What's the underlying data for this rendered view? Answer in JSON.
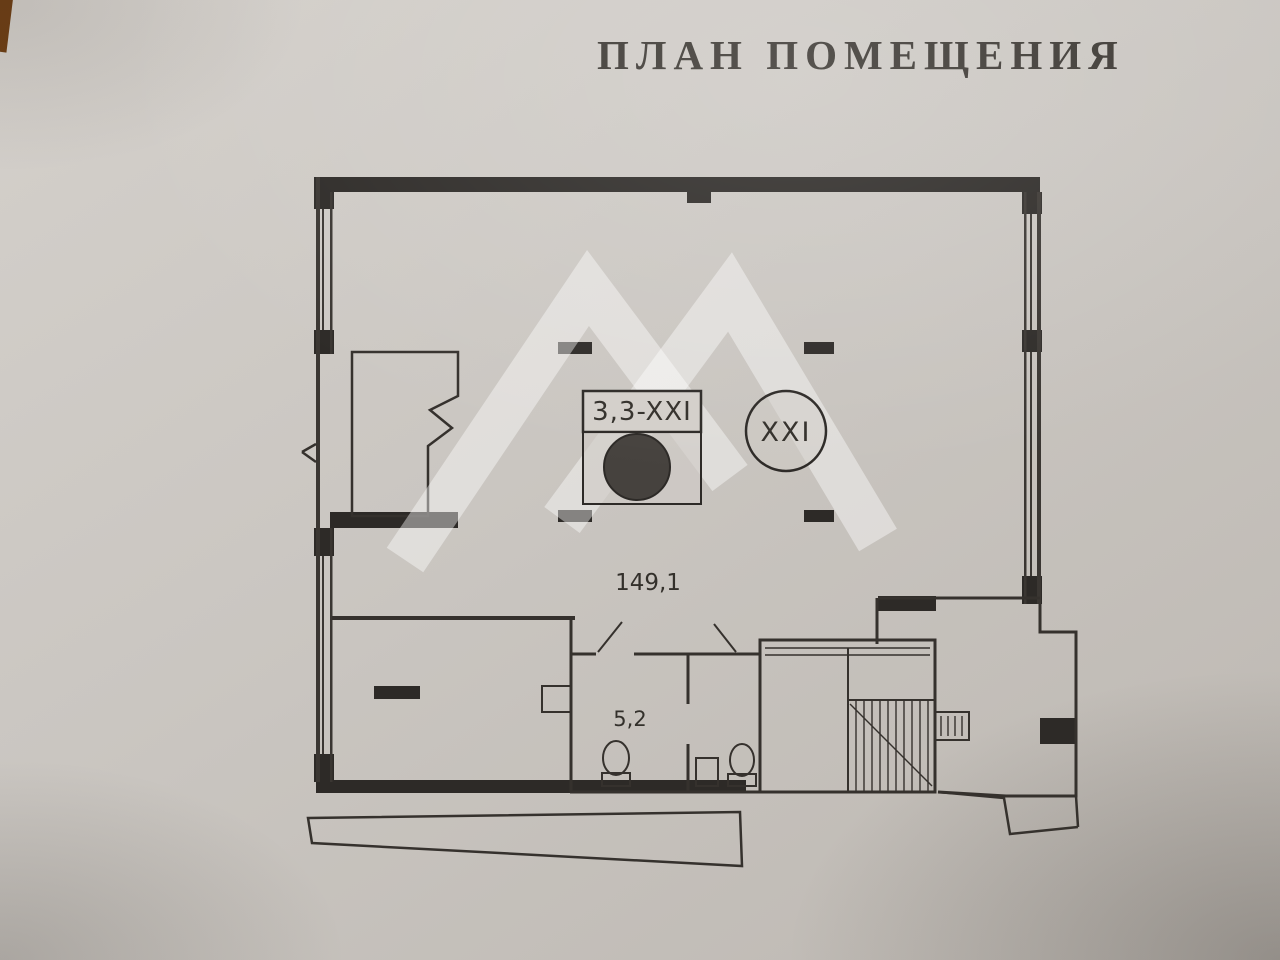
{
  "document": {
    "title": "ПЛАН ПОМЕЩЕНИЯ"
  },
  "plan": {
    "unit_label": "3,3-XXI",
    "room_number": "XXI",
    "area_main": "149,1",
    "area_wc": "5,2"
  },
  "colors": {
    "paper": "#cac6c1",
    "ink": "#35312d",
    "wall_fill": "#2d2a27",
    "watermark": "#ffffff",
    "photo_edge_accent": "#6e3e13"
  }
}
